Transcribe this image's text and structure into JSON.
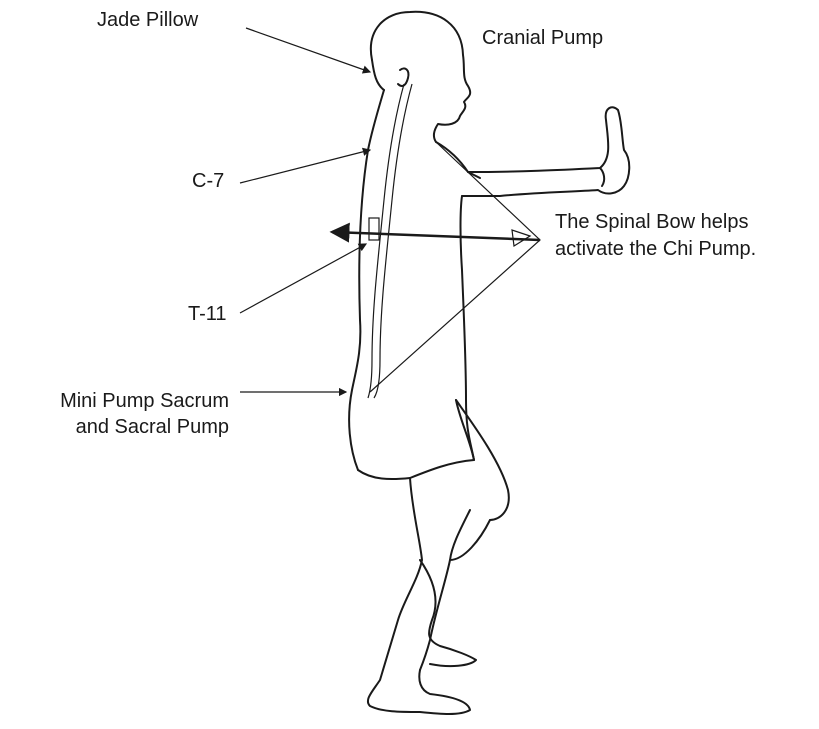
{
  "labels": {
    "jade_pillow": "Jade Pillow",
    "cranial_pump": "Cranial Pump",
    "c7": "C-7",
    "spinal_bow_line1": "The Spinal Bow helps",
    "spinal_bow_line2": "activate the Chi Pump.",
    "t11": "T-11",
    "sacrum_line1": "Mini Pump Sacrum",
    "sacrum_line2": "and Sacral Pump"
  }
}
